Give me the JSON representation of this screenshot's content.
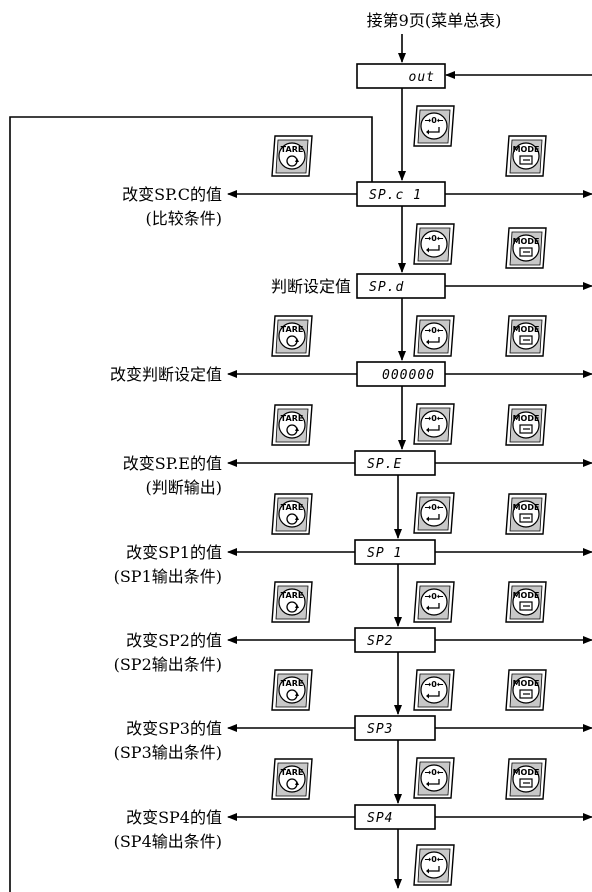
{
  "header": {
    "text": "接第9页(菜单总表)"
  },
  "buttons": {
    "tare": "TARE",
    "mode": "MODE",
    "zero": "→0←"
  },
  "steps": [
    {
      "display": "out",
      "label": []
    },
    {
      "display": "SP.c   1",
      "label": [
        "改变SP.C的值",
        "(比较条件)"
      ]
    },
    {
      "display": "SP.d",
      "label": [
        "判断设定值"
      ]
    },
    {
      "display": "000000",
      "label": [
        "改变判断设定值"
      ]
    },
    {
      "display": "SP.E",
      "label": [
        "改变SP.E的值",
        "(判断输出)"
      ]
    },
    {
      "display": "SP 1",
      "label": [
        "改变SP1的值",
        "(SP1输出条件)"
      ]
    },
    {
      "display": "SP2",
      "label": [
        "改变SP2的值",
        "(SP2输出条件)"
      ]
    },
    {
      "display": "SP3",
      "label": [
        "改变SP3的值",
        "(SP3输出条件)"
      ]
    },
    {
      "display": "SP4",
      "label": [
        "改变SP4的值",
        "(SP4输出条件)"
      ]
    }
  ],
  "colors": {
    "button_gray": "#c8c8c8",
    "line": "#000000"
  }
}
